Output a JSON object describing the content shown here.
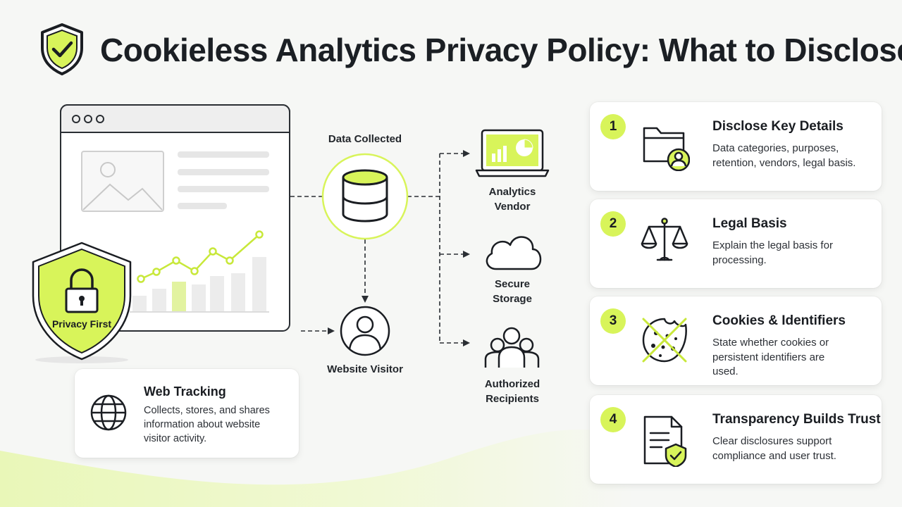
{
  "header": {
    "title": "Cookieless Analytics Privacy Policy: What to Disclose",
    "icon": "shield-check-icon"
  },
  "diagram": {
    "data_collected_label": "Data Collected",
    "analytics_vendor_label": "Analytics\nVendor",
    "secure_storage_label": "Secure\nStorage",
    "authorized_recipients_label": "Authorized\nRecipients",
    "website_visitor_label": "Website Visitor",
    "privacy_badge_label": "Privacy First"
  },
  "web_tracking": {
    "title": "Web Tracking",
    "description": "Collects, stores, and shares information about website visitor activity.",
    "icon": "globe-icon"
  },
  "steps": [
    {
      "number": "1",
      "title": "Disclose Key Details",
      "description": "Data categories, purposes, retention, vendors, legal basis.",
      "icon": "folder-user-icon"
    },
    {
      "number": "2",
      "title": "Legal Basis",
      "description": "Explain the legal basis for processing.",
      "icon": "scales-icon"
    },
    {
      "number": "3",
      "title": "Cookies & Identifiers",
      "description": "State whether cookies or persistent identifiers are used.",
      "icon": "crossed-cookie-icon"
    },
    {
      "number": "4",
      "title": "Transparency Builds Trust",
      "description": "Clear disclosures support compliance and user trust.",
      "icon": "document-shield-icon"
    }
  ],
  "colors": {
    "accent": "#d8f45a",
    "accent_dark": "#c2e03a",
    "ink": "#1a1d22",
    "background": "#f6f7f5"
  }
}
